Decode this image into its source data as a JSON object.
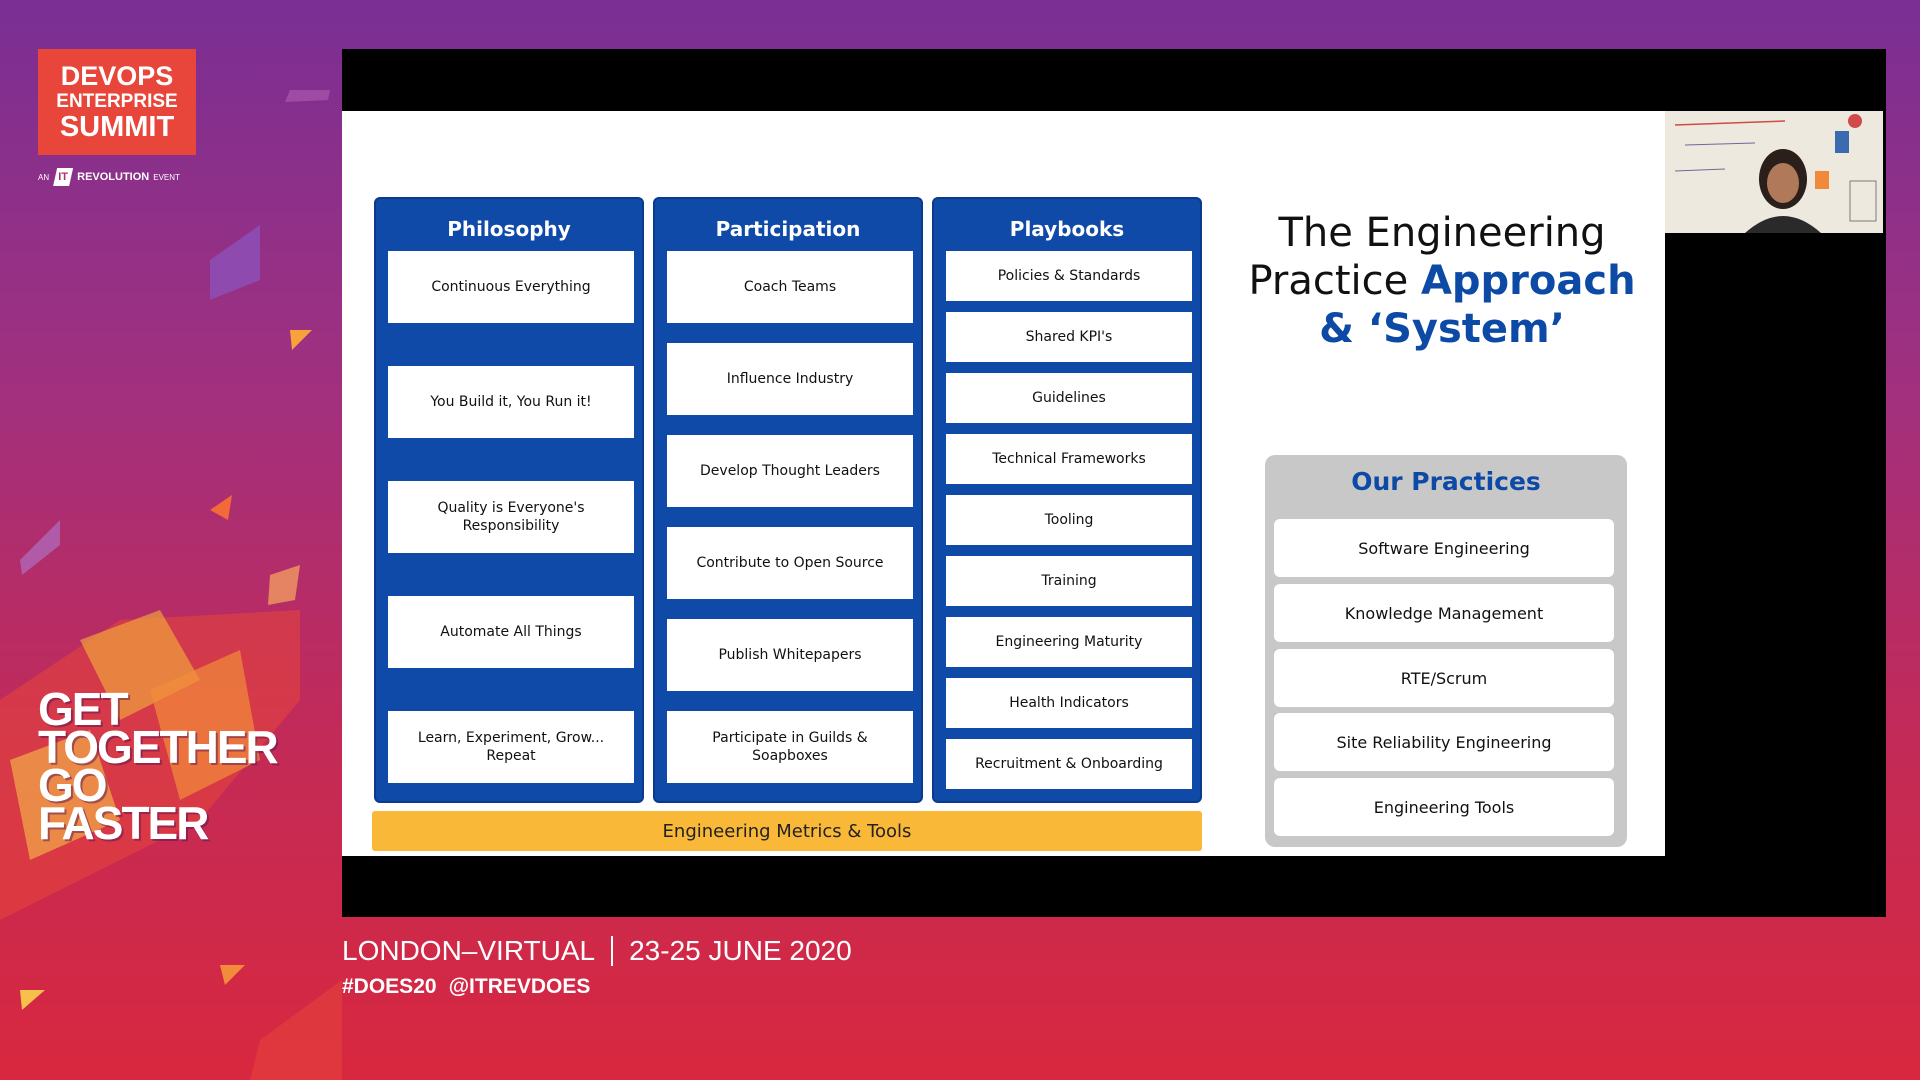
{
  "branding": {
    "logo_line1": "DEVOPS",
    "logo_line2": "ENTERPRISE",
    "logo_line3": "SUMMIT",
    "sub_an": "AN",
    "sub_it": "IT",
    "sub_revolution": "REVOLUTION",
    "sub_event": "EVENT",
    "tagline": [
      "GET",
      "TOGETHER",
      "GO",
      "FASTER"
    ]
  },
  "slide": {
    "columns": [
      {
        "title": "Philosophy",
        "items": [
          "Continuous Everything",
          "You Build it, You Run it!",
          "Quality is Everyone's Responsibility",
          "Automate All Things",
          "Learn, Experiment, Grow... Repeat"
        ]
      },
      {
        "title": "Participation",
        "items": [
          "Coach Teams",
          "Influence Industry",
          "Develop Thought Leaders",
          "Contribute to Open Source",
          "Publish Whitepapers",
          "Participate in Guilds & Soapboxes"
        ]
      },
      {
        "title": "Playbooks",
        "items": [
          "Policies & Standards",
          "Shared KPI's",
          "Guidelines",
          "Technical Frameworks",
          "Tooling",
          "Training",
          "Engineering Maturity",
          "Health Indicators",
          "Recruitment & Onboarding"
        ]
      }
    ],
    "metrics_bar": "Engineering Metrics & Tools",
    "title_line1": "The Engineering",
    "title_line2_plain": "Practice ",
    "title_line2_accent": "Approach",
    "title_line3_accent": "& ‘System’",
    "practices": {
      "title": "Our Practices",
      "items": [
        "Software Engineering",
        "Knowledge Management",
        "RTE/Scrum",
        "Site Reliability Engineering",
        "Engineering Tools"
      ]
    }
  },
  "footer": {
    "location": "LONDON–VIRTUAL",
    "dates": "23-25 JUNE 2020",
    "hashtag": "#DOES20",
    "handle": "@ITREVDOES"
  },
  "colors": {
    "slide_blue": "#0f4aa8",
    "accent_blue": "#0c4aa5",
    "metrics_yellow": "#f9b838",
    "logo_red": "#e8463a"
  }
}
